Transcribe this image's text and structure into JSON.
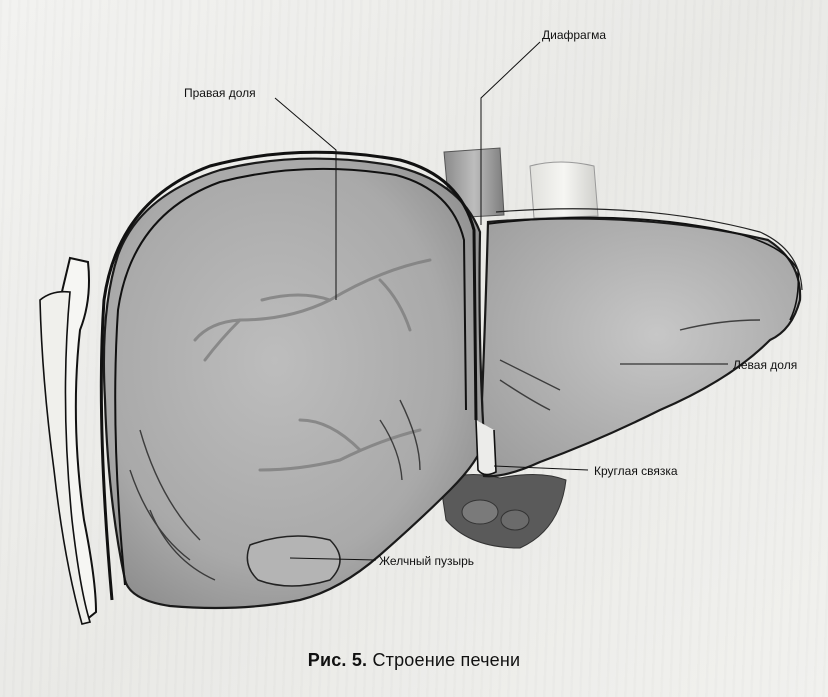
{
  "figure": {
    "labels": {
      "diaphragm": "Диафрагма",
      "right_lobe": "Правая доля",
      "left_lobe": "Левая доля",
      "round_ligament": "Круглая связка",
      "gallbladder": "Желчный пузырь"
    },
    "caption": {
      "prefix": "Рис. 5.",
      "text": "Строение печени"
    }
  }
}
